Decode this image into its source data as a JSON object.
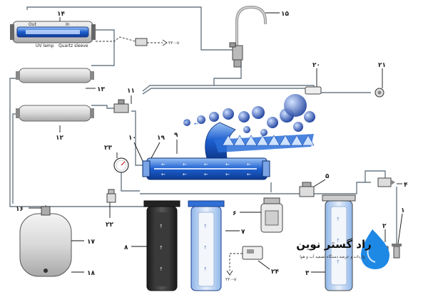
{
  "labels": {
    "n1": "۱",
    "n2": "۲",
    "n3": "۳",
    "n4": "۴",
    "n5": "۵",
    "n6": "۶",
    "n7": "۷",
    "n8": "۸",
    "n9": "۹",
    "n10": "۱۰",
    "n11": "۱۱",
    "n12": "۱۲",
    "n13": "۱۳",
    "n14": "۱۴",
    "n15": "۱۵",
    "n16": "۱۶",
    "n17": "۱۷",
    "n18": "۱۸",
    "n19": "۱۹",
    "n20": "۲۰",
    "n21": "۲۱",
    "n22": "۲۲",
    "n23": "۲۳",
    "n24": "۲۴"
  },
  "uv_lamp": {
    "out": "Out",
    "in": "In",
    "uv_lamp": "UV lamp",
    "quartz": "Quartz sleeve"
  },
  "voltage": {
    "top": "۲۲۰-v",
    "bottom": "۲۲۰-v"
  },
  "logo": {
    "title": "راد گستر نوین",
    "subtitle": "واردات و عرضه دستگاه تصفیه آب و هوا"
  },
  "colors": {
    "water_blue": "#2f6fd6",
    "pipe": "#6b7a86",
    "logo_drop": "#1e88e5"
  }
}
